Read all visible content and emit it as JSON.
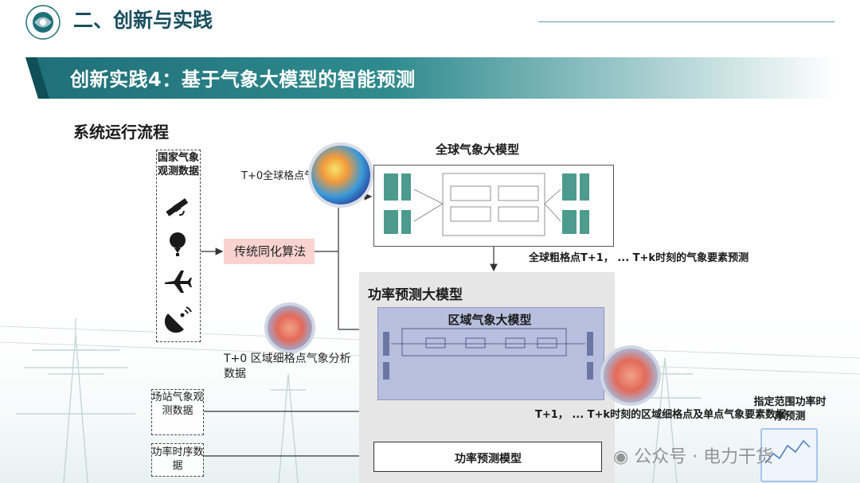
{
  "header": {
    "title": "二、创新与实践"
  },
  "banner": {
    "title": "创新实践4：基于气象大模型的智能预测"
  },
  "section": {
    "title": "系统运行流程"
  },
  "sources": {
    "label": "国家气象观测数据",
    "icons": [
      "satellite-icon",
      "weather-balloon-icon",
      "airplane-icon",
      "radar-dish-icon"
    ]
  },
  "assimilation": {
    "label": "传统同化算法"
  },
  "global_input": {
    "label": "T+0全球格点气象分析场"
  },
  "global_model": {
    "title": "全球气象大模型"
  },
  "global_output": {
    "label": "全球粗格点T+1， ... T+k时刻的气象要素预测"
  },
  "power_big_model": {
    "title": "功率预测大模型"
  },
  "regional_model": {
    "title": "区域气象大模型"
  },
  "regional_input": {
    "label": "T+0 区域细格点气象分析数据"
  },
  "regional_output": {
    "label": "T+1， ... T+k时刻的区域细格点及单点气象要素数据"
  },
  "station_data": {
    "label": "场站气象观测数据"
  },
  "power_series": {
    "label": "功率时序数据"
  },
  "power_model": {
    "label": "功率预测模型"
  },
  "final_output": {
    "label": "指定范围功率时序预测"
  },
  "watermark": {
    "label": "公众号 · 电力干货"
  },
  "colors": {
    "banner": "#1f6f78",
    "accent": "#1a4f5e",
    "assimilation_bg": "#f8d3d0",
    "regional_bg": "#b8bfde"
  }
}
